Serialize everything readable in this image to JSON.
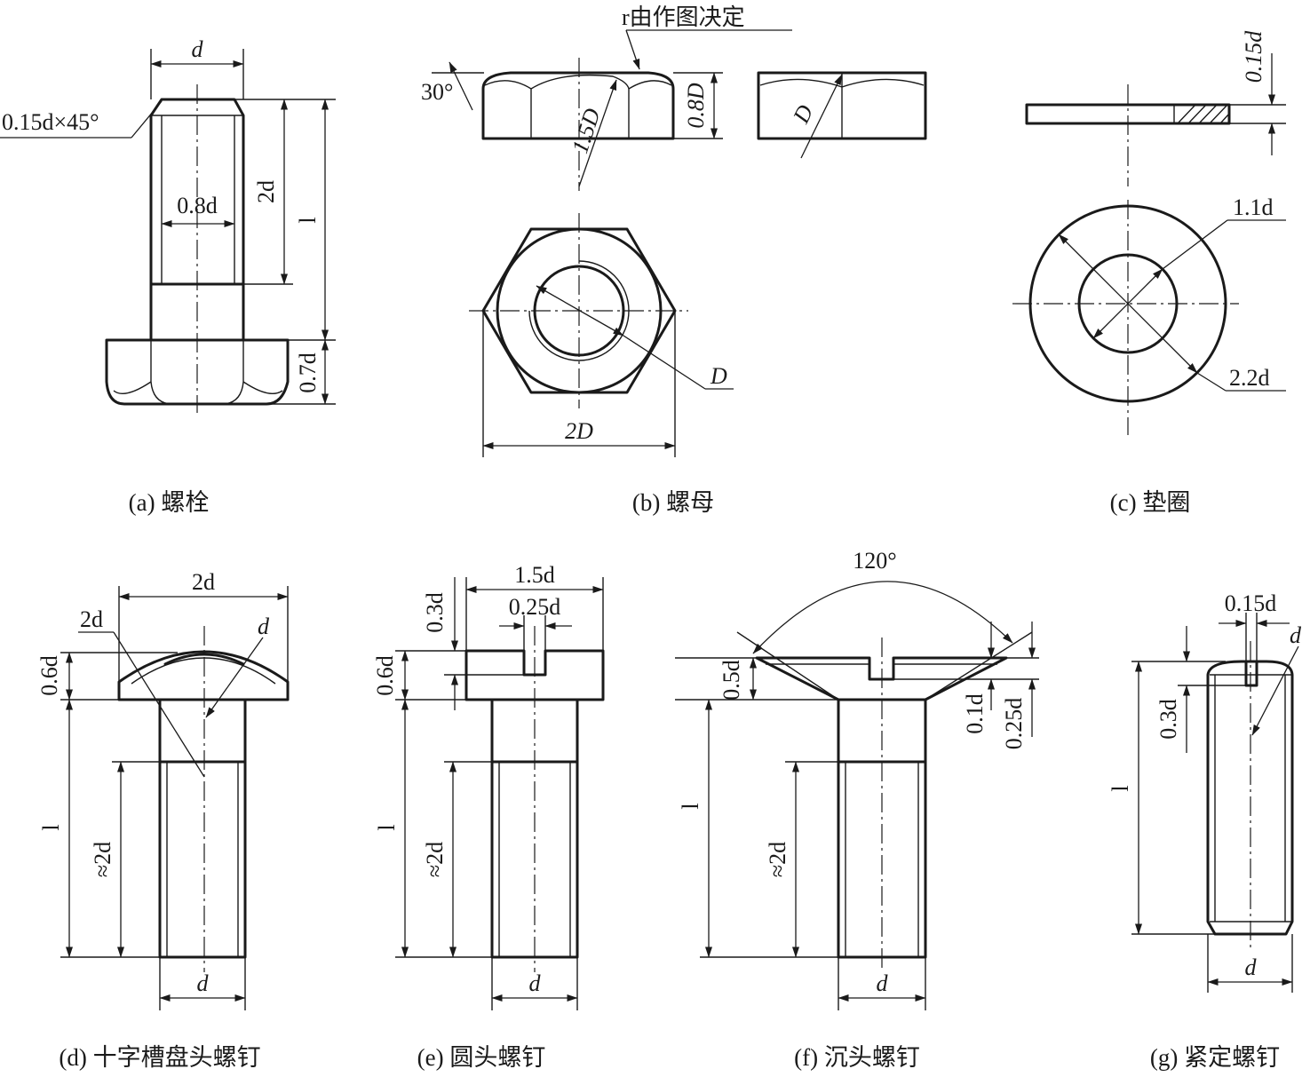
{
  "colors": {
    "line": "#1a1a1a",
    "background": "#ffffff"
  },
  "figures": {
    "a": {
      "caption": "(a) 螺栓",
      "dims": {
        "d": "d",
        "chamfer": "0.15d×45°",
        "minor": "0.8d",
        "thread": "2d",
        "length": "l",
        "head": "0.7d"
      }
    },
    "b": {
      "caption": "(b) 螺母",
      "dims": {
        "note": "r由作图决定",
        "angle": "30°",
        "r15": "1.5D",
        "h": "0.8D",
        "dia": "D",
        "leader": "D",
        "across": "2D"
      }
    },
    "c": {
      "caption": "(c) 垫圈",
      "dims": {
        "thk": "0.15d",
        "id": "1.1d",
        "od": "2.2d"
      }
    },
    "d": {
      "caption": "(d) 十字槽盘头螺钉",
      "dims": {
        "width": "2d",
        "r": "2d",
        "dr": "d",
        "head": "0.6d",
        "length": "l",
        "thread": "≈2d",
        "dia": "d"
      }
    },
    "e": {
      "caption": "(e) 圆头螺钉",
      "dims": {
        "width": "1.5d",
        "slot": "0.25d",
        "slotDepth": "0.3d",
        "head": "0.6d",
        "length": "l",
        "thread": "≈2d",
        "dia": "d"
      }
    },
    "f": {
      "caption": "(f) 沉头螺钉",
      "dims": {
        "angle": "120°",
        "head": "0.5d",
        "slotW": "0.1d",
        "slotD": "0.25d",
        "length": "l",
        "thread": "≈2d",
        "dia": "d"
      }
    },
    "g": {
      "caption": "(g) 紧定螺钉",
      "dims": {
        "slot": "0.15d",
        "dr": "d",
        "depth": "0.3d",
        "length": "l",
        "dia": "d"
      }
    }
  }
}
